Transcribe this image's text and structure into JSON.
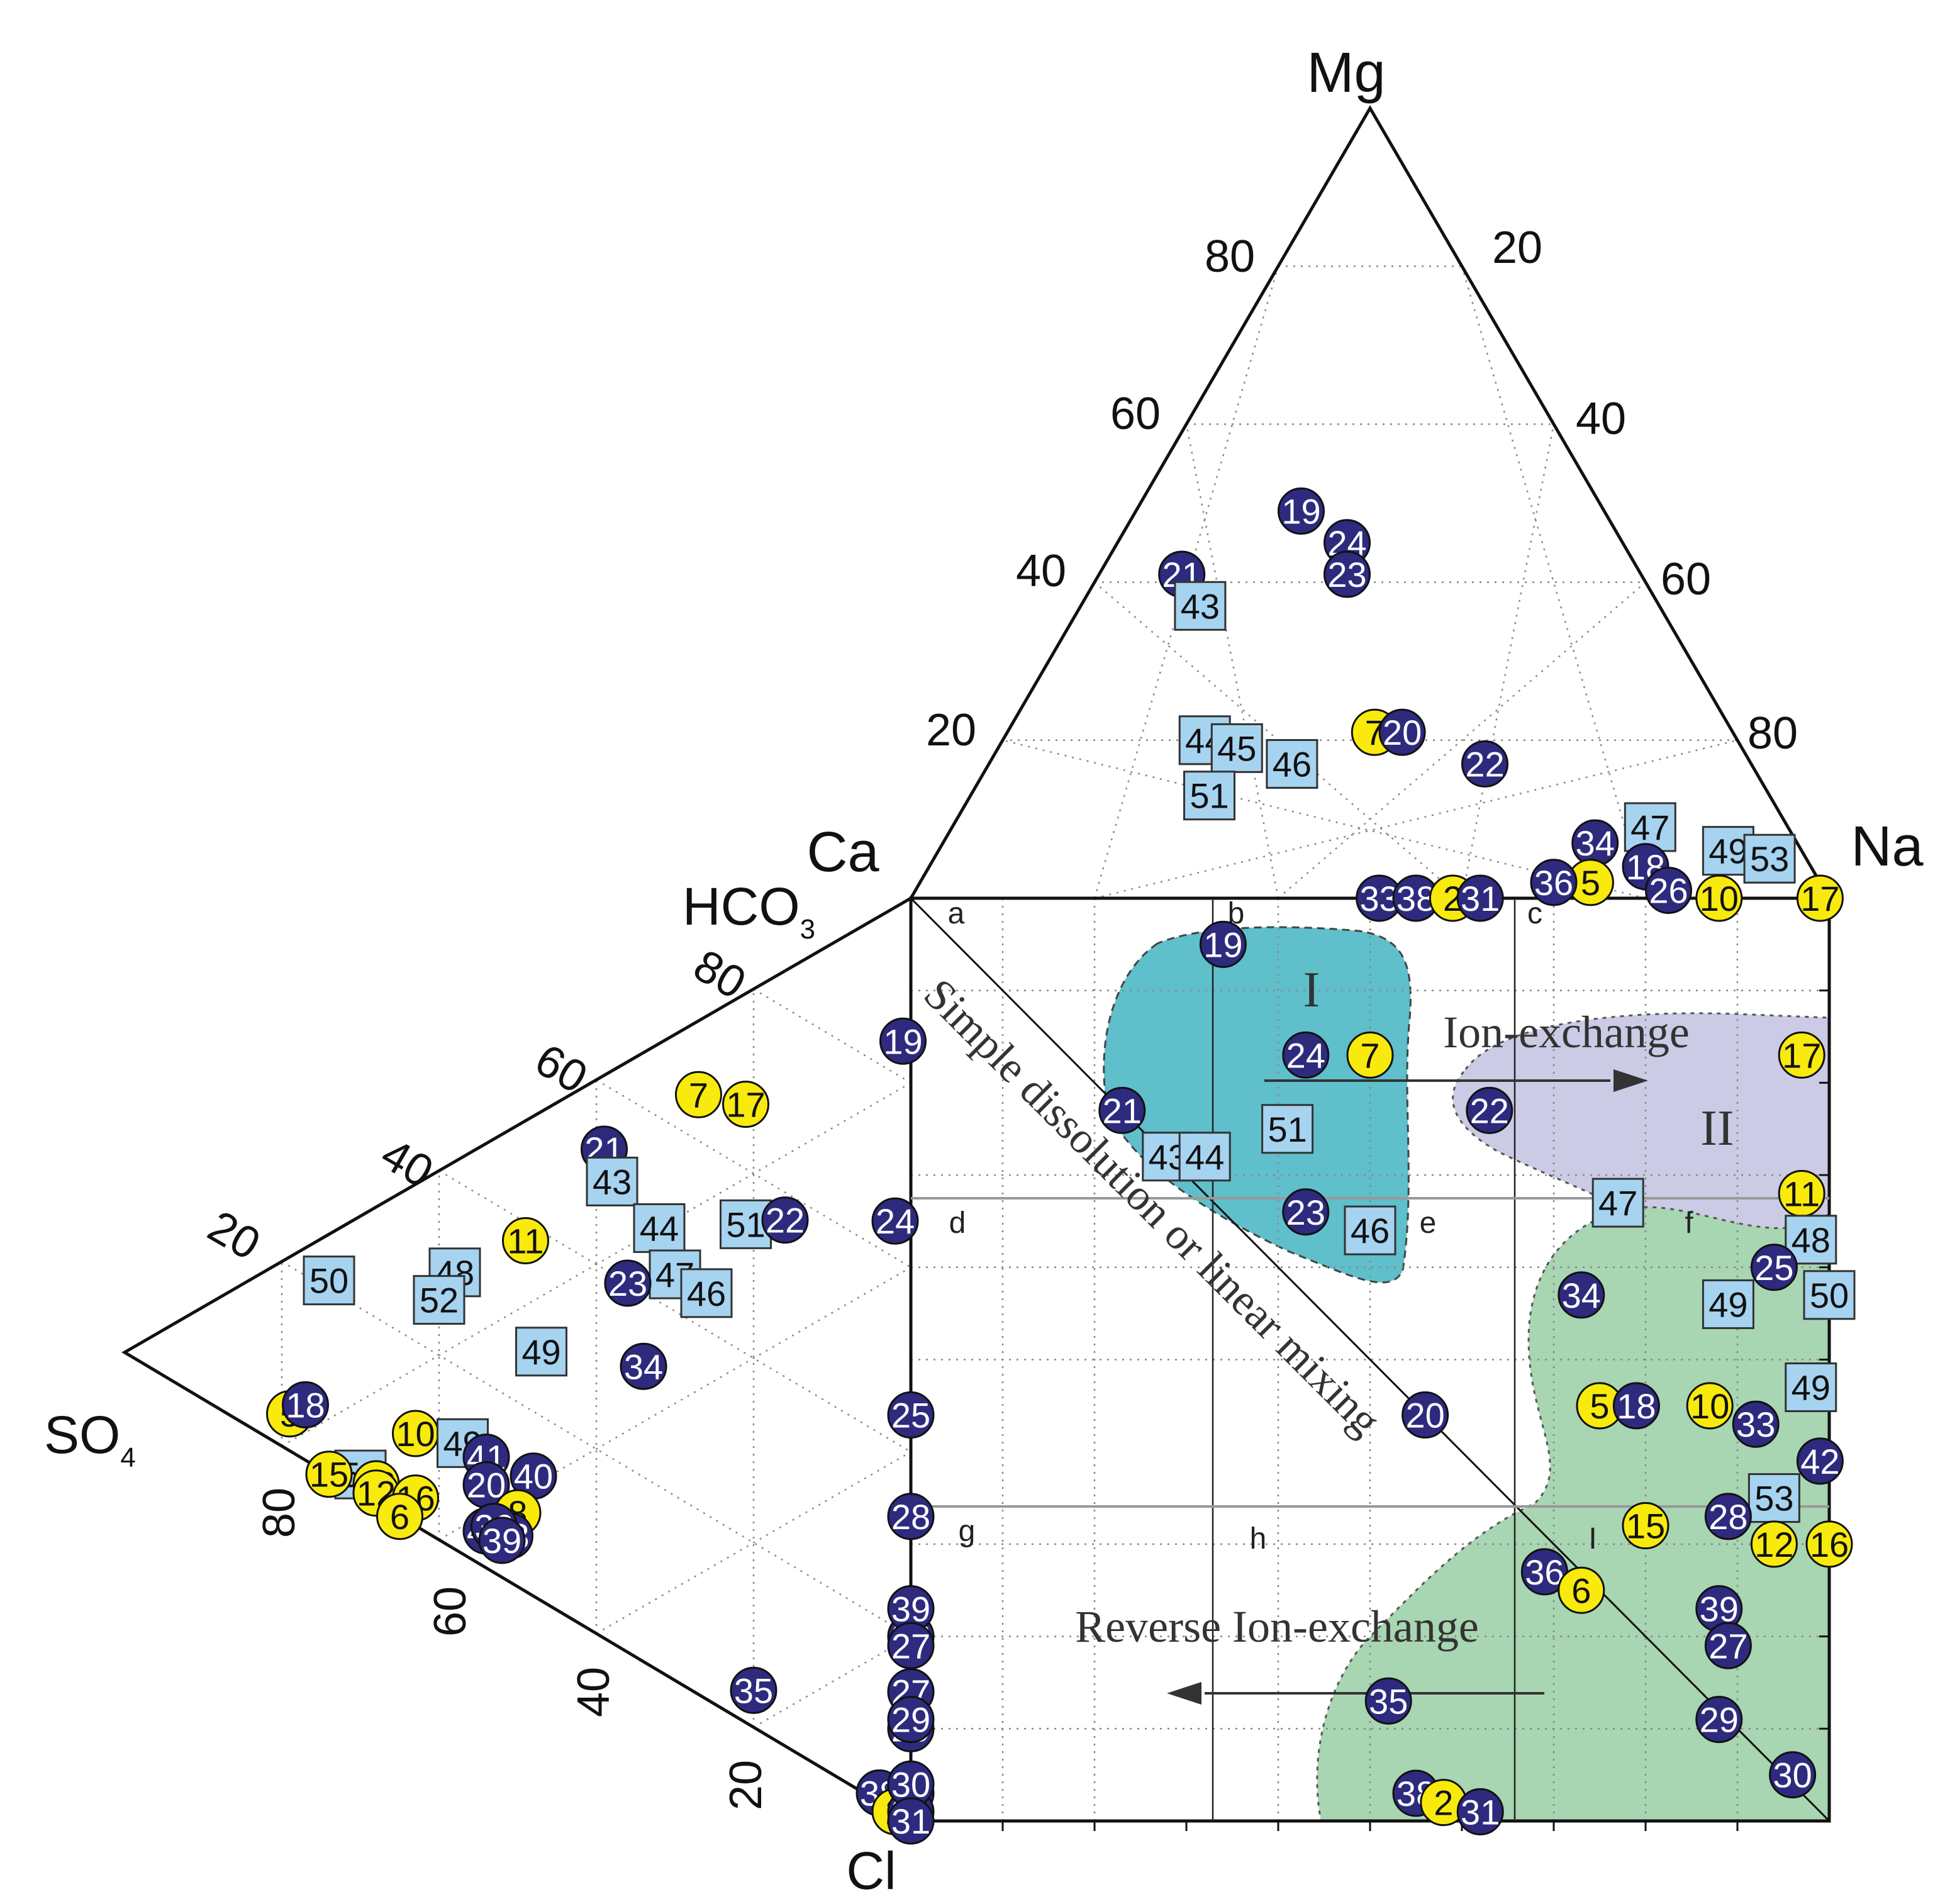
{
  "diagram": {
    "cation_triangle": {
      "apex_labels": {
        "top": "Mg",
        "left": "Ca",
        "right": "Na"
      },
      "left_edge_ticks": [
        "80",
        "60",
        "40",
        "20"
      ],
      "right_edge_ticks": [
        "20",
        "40",
        "60",
        "80"
      ]
    },
    "anion_triangle": {
      "apex_labels": {
        "top": "HCO3",
        "top_main": "HCO",
        "top_sub": "3",
        "left": "SO4",
        "left_main": "SO",
        "left_sub": "4",
        "bottom": "Cl"
      },
      "upper_edge_ticks": [
        "80",
        "60",
        "40",
        "20"
      ],
      "lower_edge_ticks": [
        "80",
        "60",
        "40",
        "20"
      ]
    },
    "diamond": {
      "zone_letters": [
        "a",
        "b",
        "c",
        "d",
        "e",
        "f",
        "g",
        "h",
        "I"
      ],
      "region_labels": [
        "I",
        "II"
      ],
      "annotations": {
        "diagonal": "Simple dissolution or linear mixing",
        "ion_exchange": "Ion-exchange",
        "reverse_ion_exchange": "Reverse Ion-exchange"
      }
    },
    "colors": {
      "navy_marker": "#2e2a7e",
      "yellow_marker": "#f8ea0c",
      "blue_square": "#a6d3f0",
      "region_I": "#5fbfcb",
      "region_II": "#cccbe5",
      "region_III": "#a8d5b2"
    }
  },
  "chart_data": {
    "type": "scatter",
    "chart_kind": "Piper trilinear diagram",
    "marker_types": [
      "navy circle",
      "yellow circle",
      "light-blue square"
    ],
    "cation_points": [
      {
        "id": "19",
        "style": "navy",
        "Mg": 49,
        "Na": 18
      },
      {
        "id": "24",
        "style": "navy",
        "Mg": 45,
        "Na": 25
      },
      {
        "id": "21",
        "style": "navy",
        "Mg": 41,
        "Na": 9
      },
      {
        "id": "23",
        "style": "navy",
        "Mg": 41,
        "Na": 27
      },
      {
        "id": "43",
        "style": "square",
        "Mg": 37,
        "Na": 13
      },
      {
        "id": "44",
        "style": "square",
        "Mg": 20,
        "Na": 22
      },
      {
        "id": "7",
        "style": "yellow",
        "Mg": 21,
        "Na": 40
      },
      {
        "id": "20",
        "style": "navy",
        "Mg": 21,
        "Na": 43
      },
      {
        "id": "45",
        "style": "square",
        "Mg": 19,
        "Na": 26
      },
      {
        "id": "46",
        "style": "square",
        "Mg": 17,
        "Na": 33
      },
      {
        "id": "22",
        "style": "navy",
        "Mg": 17,
        "Na": 54
      },
      {
        "id": "51",
        "style": "square",
        "Mg": 13,
        "Na": 26
      },
      {
        "id": "47",
        "style": "square",
        "Mg": 9,
        "Na": 76
      },
      {
        "id": "34",
        "style": "navy",
        "Mg": 7,
        "Na": 71
      },
      {
        "id": "49",
        "style": "square",
        "Mg": 6,
        "Na": 86
      },
      {
        "id": "53",
        "style": "square",
        "Mg": 5,
        "Na": 91
      },
      {
        "id": "18",
        "style": "navy",
        "Mg": 4,
        "Na": 78
      },
      {
        "id": "5",
        "style": "yellow",
        "Mg": 2,
        "Na": 73
      },
      {
        "id": "36",
        "style": "navy",
        "Mg": 2,
        "Na": 69
      },
      {
        "id": "26",
        "style": "navy",
        "Mg": 1,
        "Na": 82
      },
      {
        "id": "10",
        "style": "yellow",
        "Mg": 0,
        "Na": 88
      },
      {
        "id": "17",
        "style": "yellow",
        "Mg": 0,
        "Na": 99
      },
      {
        "id": "33",
        "style": "navy",
        "Mg": 0,
        "Na": 51
      },
      {
        "id": "38",
        "style": "navy",
        "Mg": 0,
        "Na": 55
      },
      {
        "id": "2",
        "style": "yellow",
        "Mg": 0,
        "Na": 59
      },
      {
        "id": "31",
        "style": "navy",
        "Mg": 0,
        "Na": 62
      }
    ],
    "anion_points": [
      {
        "id": "19",
        "style": "navy",
        "HCO3": 84,
        "Cl": 15
      },
      {
        "id": "7",
        "style": "yellow",
        "HCO3": 65,
        "Cl": 8
      },
      {
        "id": "17",
        "style": "yellow",
        "HCO3": 67,
        "Cl": 12
      },
      {
        "id": "24",
        "style": "navy",
        "HCO3": 64,
        "Cl": 34
      },
      {
        "id": "21",
        "style": "navy",
        "HCO3": 53,
        "Cl": 8
      },
      {
        "id": "43",
        "style": "square",
        "HCO3": 50,
        "Cl": 12
      },
      {
        "id": "51",
        "style": "square",
        "HCO3": 54,
        "Cl": 25
      },
      {
        "id": "22",
        "style": "navy",
        "HCO3": 57,
        "Cl": 27
      },
      {
        "id": "44",
        "style": "square",
        "HCO3": 48,
        "Cl": 20
      },
      {
        "id": "11",
        "style": "yellow",
        "HCO3": 38,
        "Cl": 13
      },
      {
        "id": "47",
        "style": "square",
        "HCO3": 44,
        "Cl": 26
      },
      {
        "id": "46",
        "style": "square",
        "HCO3": 44,
        "Cl": 30
      },
      {
        "id": "23",
        "style": "navy",
        "HCO3": 40,
        "Cl": 24
      },
      {
        "id": "48",
        "style": "square",
        "HCO3": 30,
        "Cl": 12
      },
      {
        "id": "52",
        "style": "square",
        "HCO3": 26,
        "Cl": 14
      },
      {
        "id": "50",
        "style": "square",
        "HCO3": 21,
        "Cl": 5
      },
      {
        "id": "49",
        "style": "square",
        "HCO3": 27,
        "Cl": 26
      },
      {
        "id": "34",
        "style": "navy",
        "HCO3": 32,
        "Cl": 34
      },
      {
        "id": "25",
        "style": "navy",
        "HCO3": 44,
        "Cl": 56
      },
      {
        "id": "5",
        "style": "yellow",
        "HCO3": 4,
        "Cl": 17
      },
      {
        "id": "18",
        "style": "navy",
        "HCO3": 6,
        "Cl": 17
      },
      {
        "id": "10",
        "style": "yellow",
        "HCO3": 10,
        "Cl": 27
      },
      {
        "id": "49",
        "style": "square",
        "HCO3": 12,
        "Cl": 31
      },
      {
        "id": "41",
        "style": "navy",
        "HCO3": 12,
        "Cl": 34
      },
      {
        "id": "20",
        "style": "navy",
        "HCO3": 9,
        "Cl": 37
      },
      {
        "id": "40",
        "style": "navy",
        "HCO3": 13,
        "Cl": 39
      },
      {
        "id": "8",
        "style": "yellow",
        "HCO3": 8,
        "Cl": 42
      },
      {
        "id": "42",
        "style": "navy",
        "HCO3": 4,
        "Cl": 42
      },
      {
        "id": "33",
        "style": "navy",
        "HCO3": 5,
        "Cl": 44
      },
      {
        "id": "53",
        "style": "square",
        "HCO3": 2,
        "Cl": 28
      },
      {
        "id": "13",
        "style": "yellow",
        "HCO3": 2,
        "Cl": 30
      },
      {
        "id": "15",
        "style": "yellow",
        "HCO3": 0,
        "Cl": 26
      },
      {
        "id": "12",
        "style": "yellow",
        "HCO3": 1,
        "Cl": 31
      },
      {
        "id": "16",
        "style": "yellow",
        "HCO3": 3,
        "Cl": 34
      },
      {
        "id": "6",
        "style": "yellow",
        "HCO3": 0,
        "Cl": 35
      },
      {
        "id": "36",
        "style": "navy",
        "HCO3": 5,
        "Cl": 42
      },
      {
        "id": "39",
        "style": "navy",
        "HCO3": 4,
        "Cl": 44
      },
      {
        "id": "28",
        "style": "navy",
        "HCO3": 20,
        "Cl": 80
      },
      {
        "id": "27",
        "style": "navy",
        "HCO3": 14,
        "Cl": 86
      },
      {
        "id": "35",
        "style": "navy",
        "HCO3": 4,
        "Cl": 76
      },
      {
        "id": "29",
        "style": "navy",
        "HCO3": 10,
        "Cl": 90
      },
      {
        "id": "38",
        "style": "navy",
        "HCO3": 1,
        "Cl": 95
      },
      {
        "id": "30",
        "style": "navy",
        "HCO3": 3,
        "Cl": 97
      },
      {
        "id": "2",
        "style": "yellow",
        "HCO3": 0,
        "Cl": 98
      },
      {
        "id": "31",
        "style": "navy",
        "HCO3": 1,
        "Cl": 99
      }
    ],
    "diamond_points": [
      {
        "id": "19",
        "style": "navy",
        "cation_Na_K": 34,
        "anion_Cl_SO4": 5
      },
      {
        "id": "24",
        "style": "navy",
        "cation_Na_K": 43,
        "anion_Cl_SO4": 17
      },
      {
        "id": "7",
        "style": "yellow",
        "cation_Na_K": 50,
        "anion_Cl_SO4": 17
      },
      {
        "id": "21",
        "style": "navy",
        "cation_Na_K": 23,
        "anion_Cl_SO4": 23
      },
      {
        "id": "51",
        "style": "square",
        "cation_Na_K": 41,
        "anion_Cl_SO4": 25
      },
      {
        "id": "43",
        "style": "square",
        "cation_Na_K": 28,
        "anion_Cl_SO4": 28
      },
      {
        "id": "44",
        "style": "square",
        "cation_Na_K": 32,
        "anion_Cl_SO4": 28
      },
      {
        "id": "23",
        "style": "navy",
        "cation_Na_K": 43,
        "anion_Cl_SO4": 34
      },
      {
        "id": "46",
        "style": "square",
        "cation_Na_K": 50,
        "anion_Cl_SO4": 36
      },
      {
        "id": "22",
        "style": "navy",
        "cation_Na_K": 63,
        "anion_Cl_SO4": 23
      },
      {
        "id": "17",
        "style": "yellow",
        "cation_Na_K": 97,
        "anion_Cl_SO4": 17
      },
      {
        "id": "47",
        "style": "square",
        "cation_Na_K": 77,
        "anion_Cl_SO4": 33
      },
      {
        "id": "11",
        "style": "yellow",
        "cation_Na_K": 97,
        "anion_Cl_SO4": 32
      },
      {
        "id": "48",
        "style": "square",
        "cation_Na_K": 98,
        "anion_Cl_SO4": 37
      },
      {
        "id": "25",
        "style": "navy",
        "cation_Na_K": 94,
        "anion_Cl_SO4": 40
      },
      {
        "id": "50",
        "style": "square",
        "cation_Na_K": 100,
        "anion_Cl_SO4": 43
      },
      {
        "id": "34",
        "style": "navy",
        "cation_Na_K": 73,
        "anion_Cl_SO4": 43
      },
      {
        "id": "49",
        "style": "square",
        "cation_Na_K": 89,
        "anion_Cl_SO4": 44
      },
      {
        "id": "49",
        "style": "square",
        "cation_Na_K": 98,
        "anion_Cl_SO4": 53
      },
      {
        "id": "5",
        "style": "yellow",
        "cation_Na_K": 75,
        "anion_Cl_SO4": 55
      },
      {
        "id": "18",
        "style": "navy",
        "cation_Na_K": 79,
        "anion_Cl_SO4": 55
      },
      {
        "id": "10",
        "style": "yellow",
        "cation_Na_K": 87,
        "anion_Cl_SO4": 55
      },
      {
        "id": "20",
        "style": "navy",
        "cation_Na_K": 56,
        "anion_Cl_SO4": 56
      },
      {
        "id": "33",
        "style": "navy",
        "cation_Na_K": 92,
        "anion_Cl_SO4": 57
      },
      {
        "id": "42",
        "style": "navy",
        "cation_Na_K": 99,
        "anion_Cl_SO4": 61
      },
      {
        "id": "53",
        "style": "square",
        "cation_Na_K": 94,
        "anion_Cl_SO4": 65
      },
      {
        "id": "28",
        "style": "navy",
        "cation_Na_K": 0,
        "anion_Cl_SO4": 67
      },
      {
        "id": "15",
        "style": "yellow",
        "cation_Na_K": 80,
        "anion_Cl_SO4": 68
      },
      {
        "id": "28",
        "style": "navy",
        "cation_Na_K": 89,
        "anion_Cl_SO4": 67
      },
      {
        "id": "12",
        "style": "yellow",
        "cation_Na_K": 94,
        "anion_Cl_SO4": 70
      },
      {
        "id": "16",
        "style": "yellow",
        "cation_Na_K": 100,
        "anion_Cl_SO4": 70
      },
      {
        "id": "36",
        "style": "navy",
        "cation_Na_K": 69,
        "anion_Cl_SO4": 73
      },
      {
        "id": "6",
        "style": "yellow",
        "cation_Na_K": 73,
        "anion_Cl_SO4": 75
      },
      {
        "id": "39",
        "style": "navy",
        "cation_Na_K": 0,
        "anion_Cl_SO4": 77
      },
      {
        "id": "27",
        "style": "navy",
        "cation_Na_K": 0,
        "anion_Cl_SO4": 81
      },
      {
        "id": "39",
        "style": "navy",
        "cation_Na_K": 88,
        "anion_Cl_SO4": 77
      },
      {
        "id": "27",
        "style": "navy",
        "cation_Na_K": 89,
        "anion_Cl_SO4": 81
      },
      {
        "id": "29",
        "style": "navy",
        "cation_Na_K": 0,
        "anion_Cl_SO4": 89
      },
      {
        "id": "35",
        "style": "navy",
        "cation_Na_K": 52,
        "anion_Cl_SO4": 87
      },
      {
        "id": "29",
        "style": "navy",
        "cation_Na_K": 88,
        "anion_Cl_SO4": 89
      },
      {
        "id": "30",
        "style": "navy",
        "cation_Na_K": 96,
        "anion_Cl_SO4": 95
      },
      {
        "id": "30",
        "style": "navy",
        "cation_Na_K": 0,
        "anion_Cl_SO4": 96
      },
      {
        "id": "38",
        "style": "navy",
        "cation_Na_K": 55,
        "anion_Cl_SO4": 97
      },
      {
        "id": "2",
        "style": "yellow",
        "cation_Na_K": 58,
        "anion_Cl_SO4": 98
      },
      {
        "id": "31",
        "style": "navy",
        "cation_Na_K": 62,
        "anion_Cl_SO4": 99
      },
      {
        "id": "31",
        "style": "navy",
        "cation_Na_K": 0,
        "anion_Cl_SO4": 100
      }
    ]
  }
}
